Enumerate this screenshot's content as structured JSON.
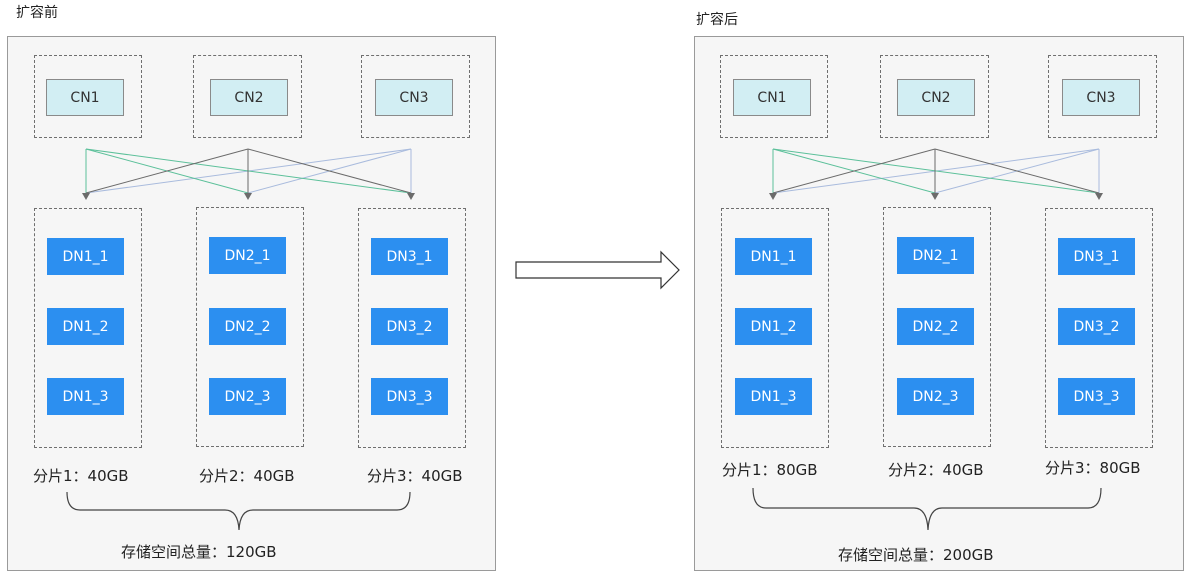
{
  "before": {
    "title": "扩容前",
    "cns": [
      "CN1",
      "CN2",
      "CN3"
    ],
    "dn_groups": [
      [
        "DN1_1",
        "DN1_2",
        "DN1_3"
      ],
      [
        "DN2_1",
        "DN2_2",
        "DN2_3"
      ],
      [
        "DN3_1",
        "DN3_2",
        "DN3_3"
      ]
    ],
    "shards": [
      "分片1：40GB",
      "分片2：40GB",
      "分片3：40GB"
    ],
    "total": "存储空间总量：120GB"
  },
  "after": {
    "title": "扩容后",
    "cns": [
      "CN1",
      "CN2",
      "CN3"
    ],
    "dn_groups": [
      [
        "DN1_1",
        "DN1_2",
        "DN1_3"
      ],
      [
        "DN2_1",
        "DN2_2",
        "DN2_3"
      ],
      [
        "DN3_1",
        "DN3_2",
        "DN3_3"
      ]
    ],
    "shards": [
      "分片1：80GB",
      "分片2：40GB",
      "分片3：80GB"
    ],
    "total": "存储空间总量：200GB"
  },
  "colors": {
    "cn1_line": "#5cc09a",
    "cn2_line": "#6b6b6b",
    "cn3_line": "#a9bbdd",
    "dn_fill": "#2c8ff0",
    "cn_fill": "#d2eef3",
    "panel_fill": "#f6f6f6"
  }
}
